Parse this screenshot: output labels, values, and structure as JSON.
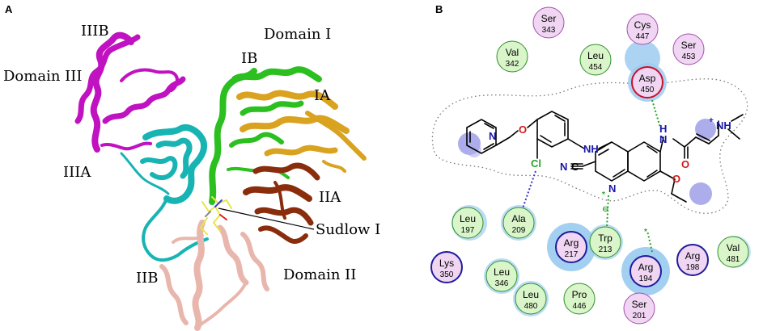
{
  "panel_a": {
    "letter": "A",
    "labels": {
      "iiib": "IIIB",
      "domain_iii": "Domain III",
      "domain_i": "Domain I",
      "ib": "IB",
      "ia": "IA",
      "iiia": "IIIA",
      "iia": "IIA",
      "sudlow": "Sudlow I",
      "iib": "IIB",
      "domain_ii": "Domain II"
    },
    "colors": {
      "domain_iiib": "#c012c0",
      "domain_iiia": "#18b3b3",
      "domain_ib": "#2bbf1f",
      "domain_ia": "#d9a21f",
      "domain_iia": "#8a2d0c",
      "domain_iib": "#e8b6ac",
      "ligand": "#e6e64a"
    }
  },
  "panel_b": {
    "letter": "B",
    "residues": [
      {
        "id": "ser343",
        "name": "Ser",
        "num": "343",
        "kind": "polar"
      },
      {
        "id": "cys447",
        "name": "Cys",
        "num": "447",
        "kind": "polar"
      },
      {
        "id": "val342",
        "name": "Val",
        "num": "342",
        "kind": "greasy"
      },
      {
        "id": "leu454",
        "name": "Leu",
        "num": "454",
        "kind": "greasy"
      },
      {
        "id": "ser453",
        "name": "Ser",
        "num": "453",
        "kind": "polar"
      },
      {
        "id": "asp450",
        "name": "Asp",
        "num": "450",
        "kind": "acidic"
      },
      {
        "id": "leu197",
        "name": "Leu",
        "num": "197",
        "kind": "greasy"
      },
      {
        "id": "ala209",
        "name": "Ala",
        "num": "209",
        "kind": "greasy"
      },
      {
        "id": "trp213",
        "name": "Trp",
        "num": "213",
        "kind": "greasy"
      },
      {
        "id": "arg217",
        "name": "Arg",
        "num": "217",
        "kind": "basic"
      },
      {
        "id": "arg194",
        "name": "Arg",
        "num": "194",
        "kind": "basic"
      },
      {
        "id": "arg198",
        "name": "Arg",
        "num": "198",
        "kind": "basic"
      },
      {
        "id": "val481",
        "name": "Val",
        "num": "481",
        "kind": "greasy"
      },
      {
        "id": "lys350",
        "name": "Lys",
        "num": "350",
        "kind": "basic"
      },
      {
        "id": "leu346",
        "name": "Leu",
        "num": "346",
        "kind": "greasy"
      },
      {
        "id": "leu480",
        "name": "Leu",
        "num": "480",
        "kind": "greasy"
      },
      {
        "id": "pro446",
        "name": "Pro",
        "num": "446",
        "kind": "greasy"
      },
      {
        "id": "ser201",
        "name": "Ser",
        "num": "201",
        "kind": "polar"
      }
    ],
    "atoms": {
      "n_pyridine": "N",
      "o_ether": "O",
      "nh_amine": "NH",
      "cl": "Cl",
      "cn_nitrile": "N",
      "cn_c": "C",
      "n_quinoline": "N",
      "h_amide": "H",
      "n_amide": "N",
      "o_amide": "O",
      "o_ethoxy": "O",
      "nh_plus": "NH",
      "plus": "+"
    },
    "colors": {
      "greasy_fill": "#d9f5c9",
      "polar_fill": "#f0d6f2",
      "greasy_stroke": "#2f8f2f",
      "polar_stroke": "#a64fb0",
      "basic_stroke": "#1d1d9a",
      "acidic_stroke": "#c8102e",
      "exposure_halo": "#9ecdf0",
      "blue_glow": "#6b6bdc",
      "h_bond": "#2aa12a",
      "halogen_bond": "#3434c8",
      "bond": "#000000",
      "nitrogen": "#1a1aa8",
      "oxygen": "#d11a1a",
      "chlorine": "#2aa12a"
    }
  }
}
